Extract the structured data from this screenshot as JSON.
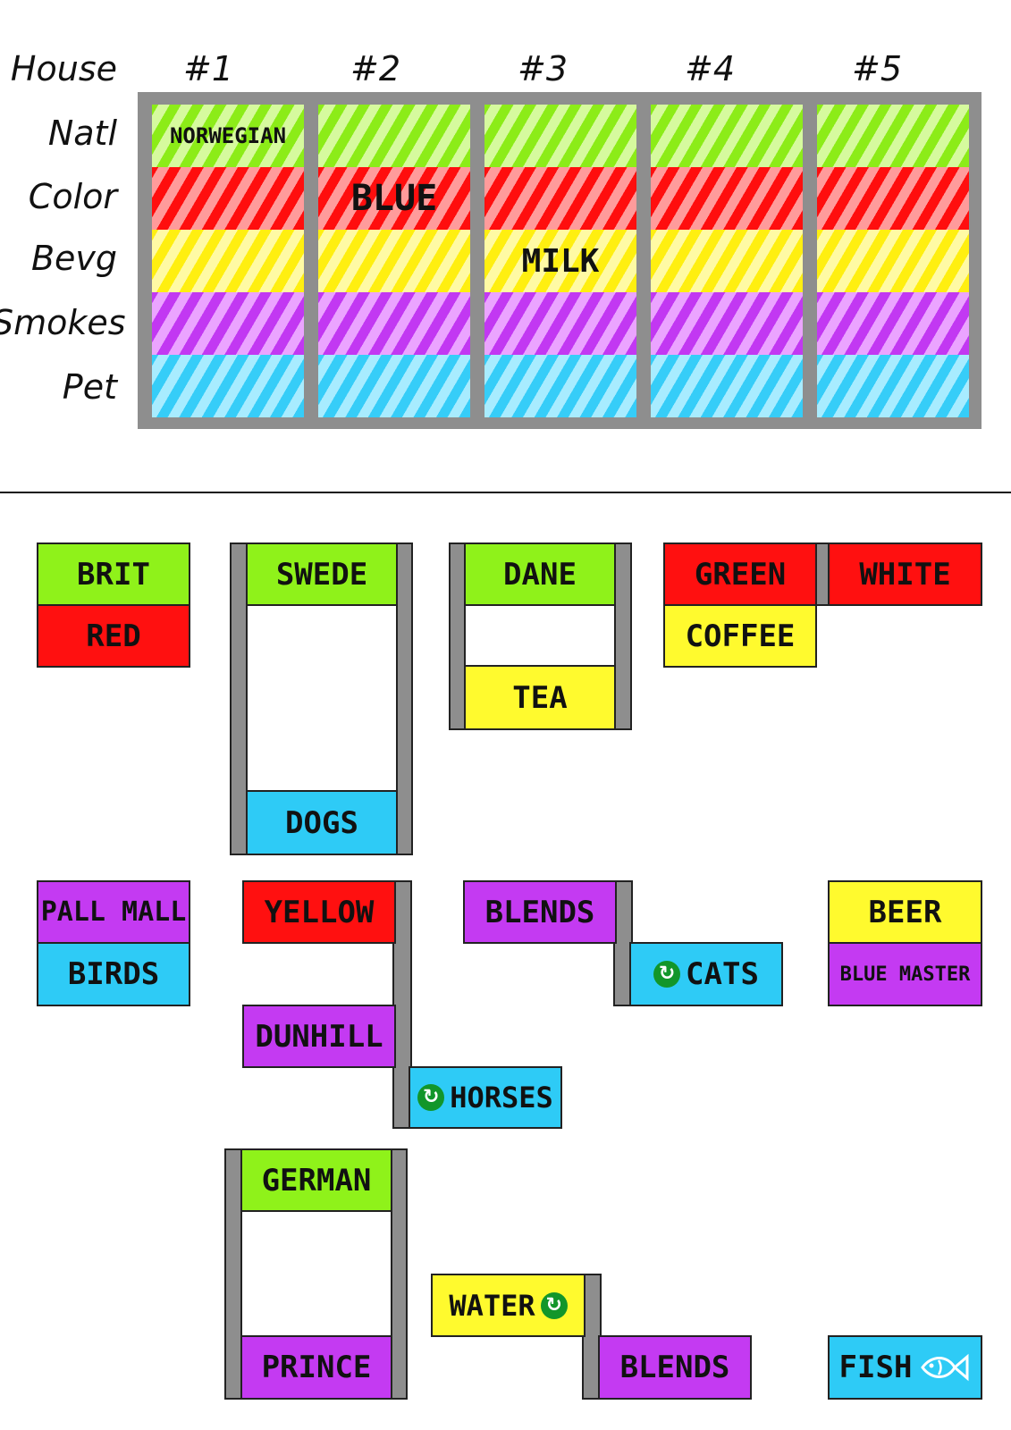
{
  "grid": {
    "row_labels": [
      "House",
      "Natl",
      "Color",
      "Bevg",
      "Smokes",
      "Pet"
    ],
    "house_numbers": [
      "#1",
      "#2",
      "#3",
      "#4",
      "#5"
    ],
    "filled": {
      "natl_1": "NORWEGIAN",
      "color_2": "BLUE",
      "bevg_3": "MILK"
    },
    "colors": {
      "natl": "#8cec18",
      "color": "#ff0e0e",
      "bevg": "#ffef10",
      "smokes": "#c238f2",
      "pet": "#36cdf8",
      "frame": "#8e8e8e"
    }
  },
  "clues": {
    "brit": "BRIT",
    "red": "RED",
    "swede": "SWEDE",
    "dogs": "DOGS",
    "dane": "DANE",
    "tea": "TEA",
    "green": "GREEN",
    "white": "WHITE",
    "coffee": "COFFEE",
    "pall_mall": "PALL MALL",
    "birds": "BIRDS",
    "yellow": "YELLOW",
    "dunhill": "DUNHILL",
    "horses": "HORSES",
    "blends_1": "BLENDS",
    "cats": "CATS",
    "beer": "BEER",
    "blue_master": "BLUE MASTER",
    "german": "GERMAN",
    "prince": "PRINCE",
    "water": "WATER",
    "blends_2": "BLENDS",
    "fish": "FISH"
  },
  "icons": {
    "either_side": "recycle-icon",
    "fish": "fish-icon"
  }
}
